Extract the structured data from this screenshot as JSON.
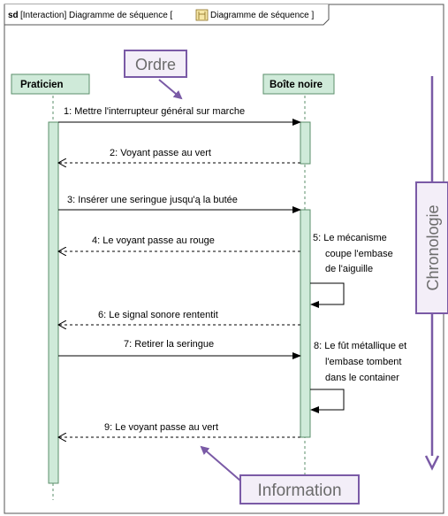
{
  "frame": {
    "prefix": "sd",
    "title": "[Interaction] Diagramme de séquence  [",
    "subtitle": "Diagramme de séquence  ]"
  },
  "colors": {
    "lifeline_fill": "#cfead9",
    "lifeline_stroke": "#5b8f6b",
    "callout_stroke": "#7a5aa6",
    "callout_fill": "#f3eef8",
    "callout_text": "#6b6b6b",
    "arrow_purple": "#7a5aa6"
  },
  "lifelines": [
    {
      "id": "praticien",
      "label": "Praticien"
    },
    {
      "id": "boite_noire",
      "label": "Boîte noire"
    }
  ],
  "messages": [
    {
      "id": "m1",
      "label": "1: Mettre l'interrupteur général sur marche",
      "from": "praticien",
      "to": "boite_noire",
      "kind": "sync"
    },
    {
      "id": "m2",
      "label": "2: Voyant passe au vert",
      "from": "boite_noire",
      "to": "praticien",
      "kind": "reply"
    },
    {
      "id": "m3",
      "label": "3: Insérer une seringue jusqu'ą la butée",
      "from": "praticien",
      "to": "boite_noire",
      "kind": "sync"
    },
    {
      "id": "m4",
      "label": "4: Le voyant passe au rouge",
      "from": "boite_noire",
      "to": "praticien",
      "kind": "reply"
    },
    {
      "id": "m6",
      "label": "6: Le signal sonore rententit",
      "from": "boite_noire",
      "to": "praticien",
      "kind": "reply"
    },
    {
      "id": "m7",
      "label": "7: Retirer la seringue",
      "from": "praticien",
      "to": "boite_noire",
      "kind": "sync"
    },
    {
      "id": "m9",
      "label": "9: Le voyant passe au vert",
      "from": "boite_noire",
      "to": "praticien",
      "kind": "reply"
    }
  ],
  "self_messages": [
    {
      "id": "m5",
      "lines": [
        "5: Le mécanisme",
        "coupe l'embase",
        "de l'aiguille"
      ]
    },
    {
      "id": "m8",
      "lines": [
        "8: Le fût métallique et",
        "l'embase tombent",
        "dans le container"
      ]
    }
  ],
  "callouts": {
    "ordre": "Ordre",
    "information": "Information",
    "chronologie": "Chronologie"
  }
}
